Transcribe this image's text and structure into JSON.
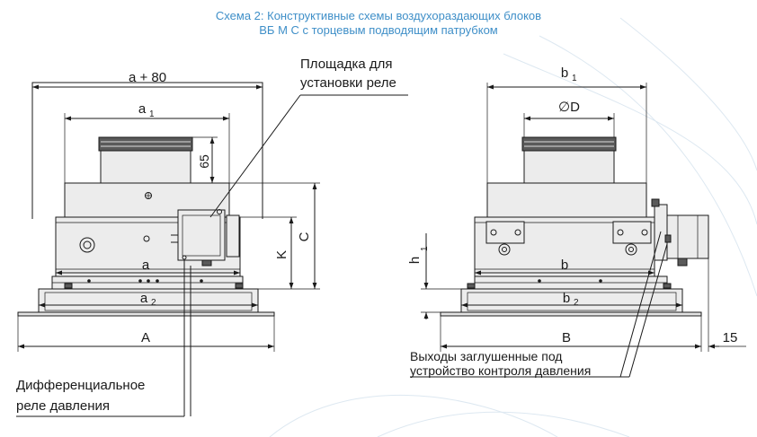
{
  "title": {
    "line1": "Схема 2: Конструктивные схемы воздухораздающих блоков",
    "line2": "ВБ М С с торцевым подводящим патрубком"
  },
  "colors": {
    "title": "#3f8fc8",
    "line": "#1a1a1a",
    "background_swirl": "#dde8f1"
  },
  "left_view": {
    "dims": {
      "a_plus_80": "a + 80",
      "a1": "a",
      "a1_sub": "1",
      "h65": "65",
      "C": "C",
      "K": "K",
      "a": "a",
      "a2": "a",
      "a2_sub": "2",
      "A": "A"
    },
    "callouts": {
      "relay_platform_line1": "Площадка для",
      "relay_platform_line2": "установки реле",
      "pressure_relay_line1": "Дифференциальное",
      "pressure_relay_line2": "реле давления"
    }
  },
  "right_view": {
    "dims": {
      "b1": "b",
      "b1_sub": "1",
      "diam": "∅D",
      "h1": "h",
      "h1_sub": "1",
      "b": "b",
      "b2": "b",
      "b2_sub": "2",
      "B": "B",
      "fifteen": "15"
    },
    "callouts": {
      "outlets_line1": "Выходы заглушенные под",
      "outlets_line2": "устройство контроля давления"
    }
  }
}
